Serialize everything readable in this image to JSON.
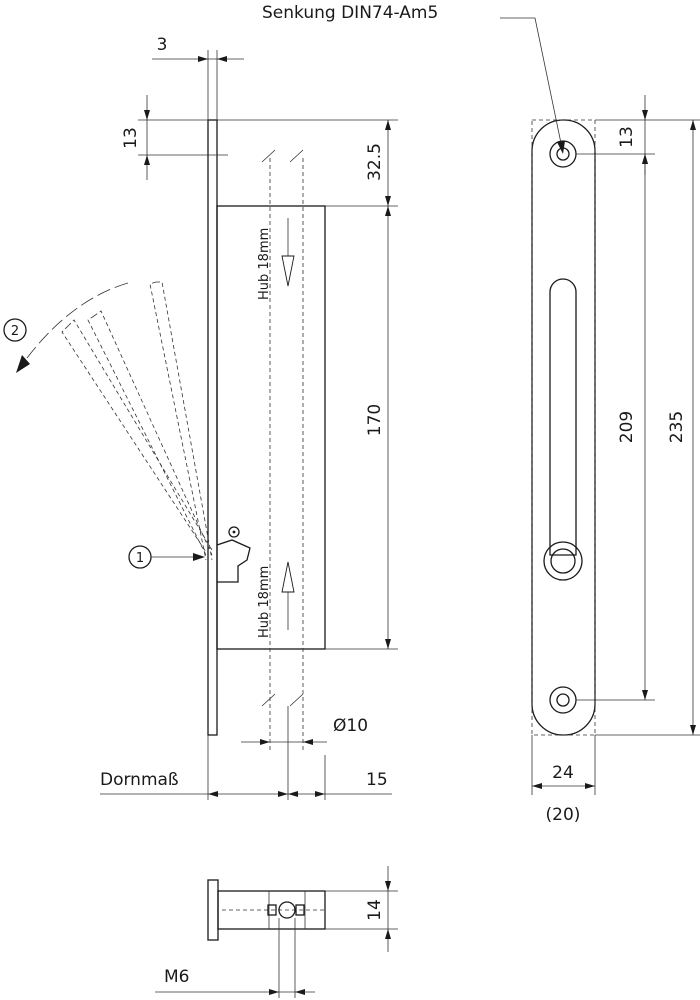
{
  "labels": {
    "countersink": "Senkung DIN74-Am5",
    "stroke_top": "Hub 18mm",
    "stroke_bottom": "Hub 18mm",
    "callout_1": "1",
    "callout_2": "2",
    "backset": "Dornmaß",
    "thread": "M6"
  },
  "dimensions": {
    "faceplate_thickness": "3",
    "top_offset": "13",
    "case_offset": "32.5",
    "case_height": "170",
    "pin_diameter": "Ø10",
    "pin_offset": "15",
    "strike_top": "13",
    "hole_spacing": "209",
    "strike_length": "235",
    "strike_width": "24",
    "strike_width_alt": "(20)",
    "pin_height": "14"
  }
}
